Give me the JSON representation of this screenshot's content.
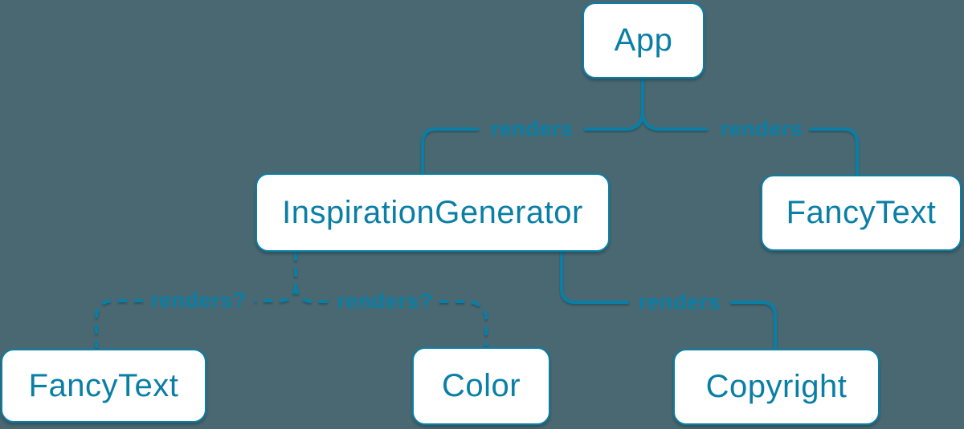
{
  "diagram": {
    "colors": {
      "background": "#4a6871",
      "accent": "#0a7fa6",
      "node_fill": "#ffffff"
    },
    "nodes": [
      {
        "id": "app",
        "label": "App"
      },
      {
        "id": "inspiration-generator",
        "label": "InspirationGenerator"
      },
      {
        "id": "fancy-text-top",
        "label": "FancyText"
      },
      {
        "id": "fancy-text-bottom",
        "label": "FancyText"
      },
      {
        "id": "color",
        "label": "Color"
      },
      {
        "id": "copyright",
        "label": "Copyright"
      }
    ],
    "edges": [
      {
        "from": "App",
        "to": "InspirationGenerator",
        "label": "renders",
        "style": "solid"
      },
      {
        "from": "App",
        "to": "FancyText",
        "label": "renders",
        "style": "solid"
      },
      {
        "from": "InspirationGenerator",
        "to": "FancyText",
        "label": "renders?",
        "style": "dashed"
      },
      {
        "from": "InspirationGenerator",
        "to": "Color",
        "label": "renders?",
        "style": "dashed"
      },
      {
        "from": "InspirationGenerator",
        "to": "Copyright",
        "label": "renders",
        "style": "solid"
      }
    ]
  }
}
